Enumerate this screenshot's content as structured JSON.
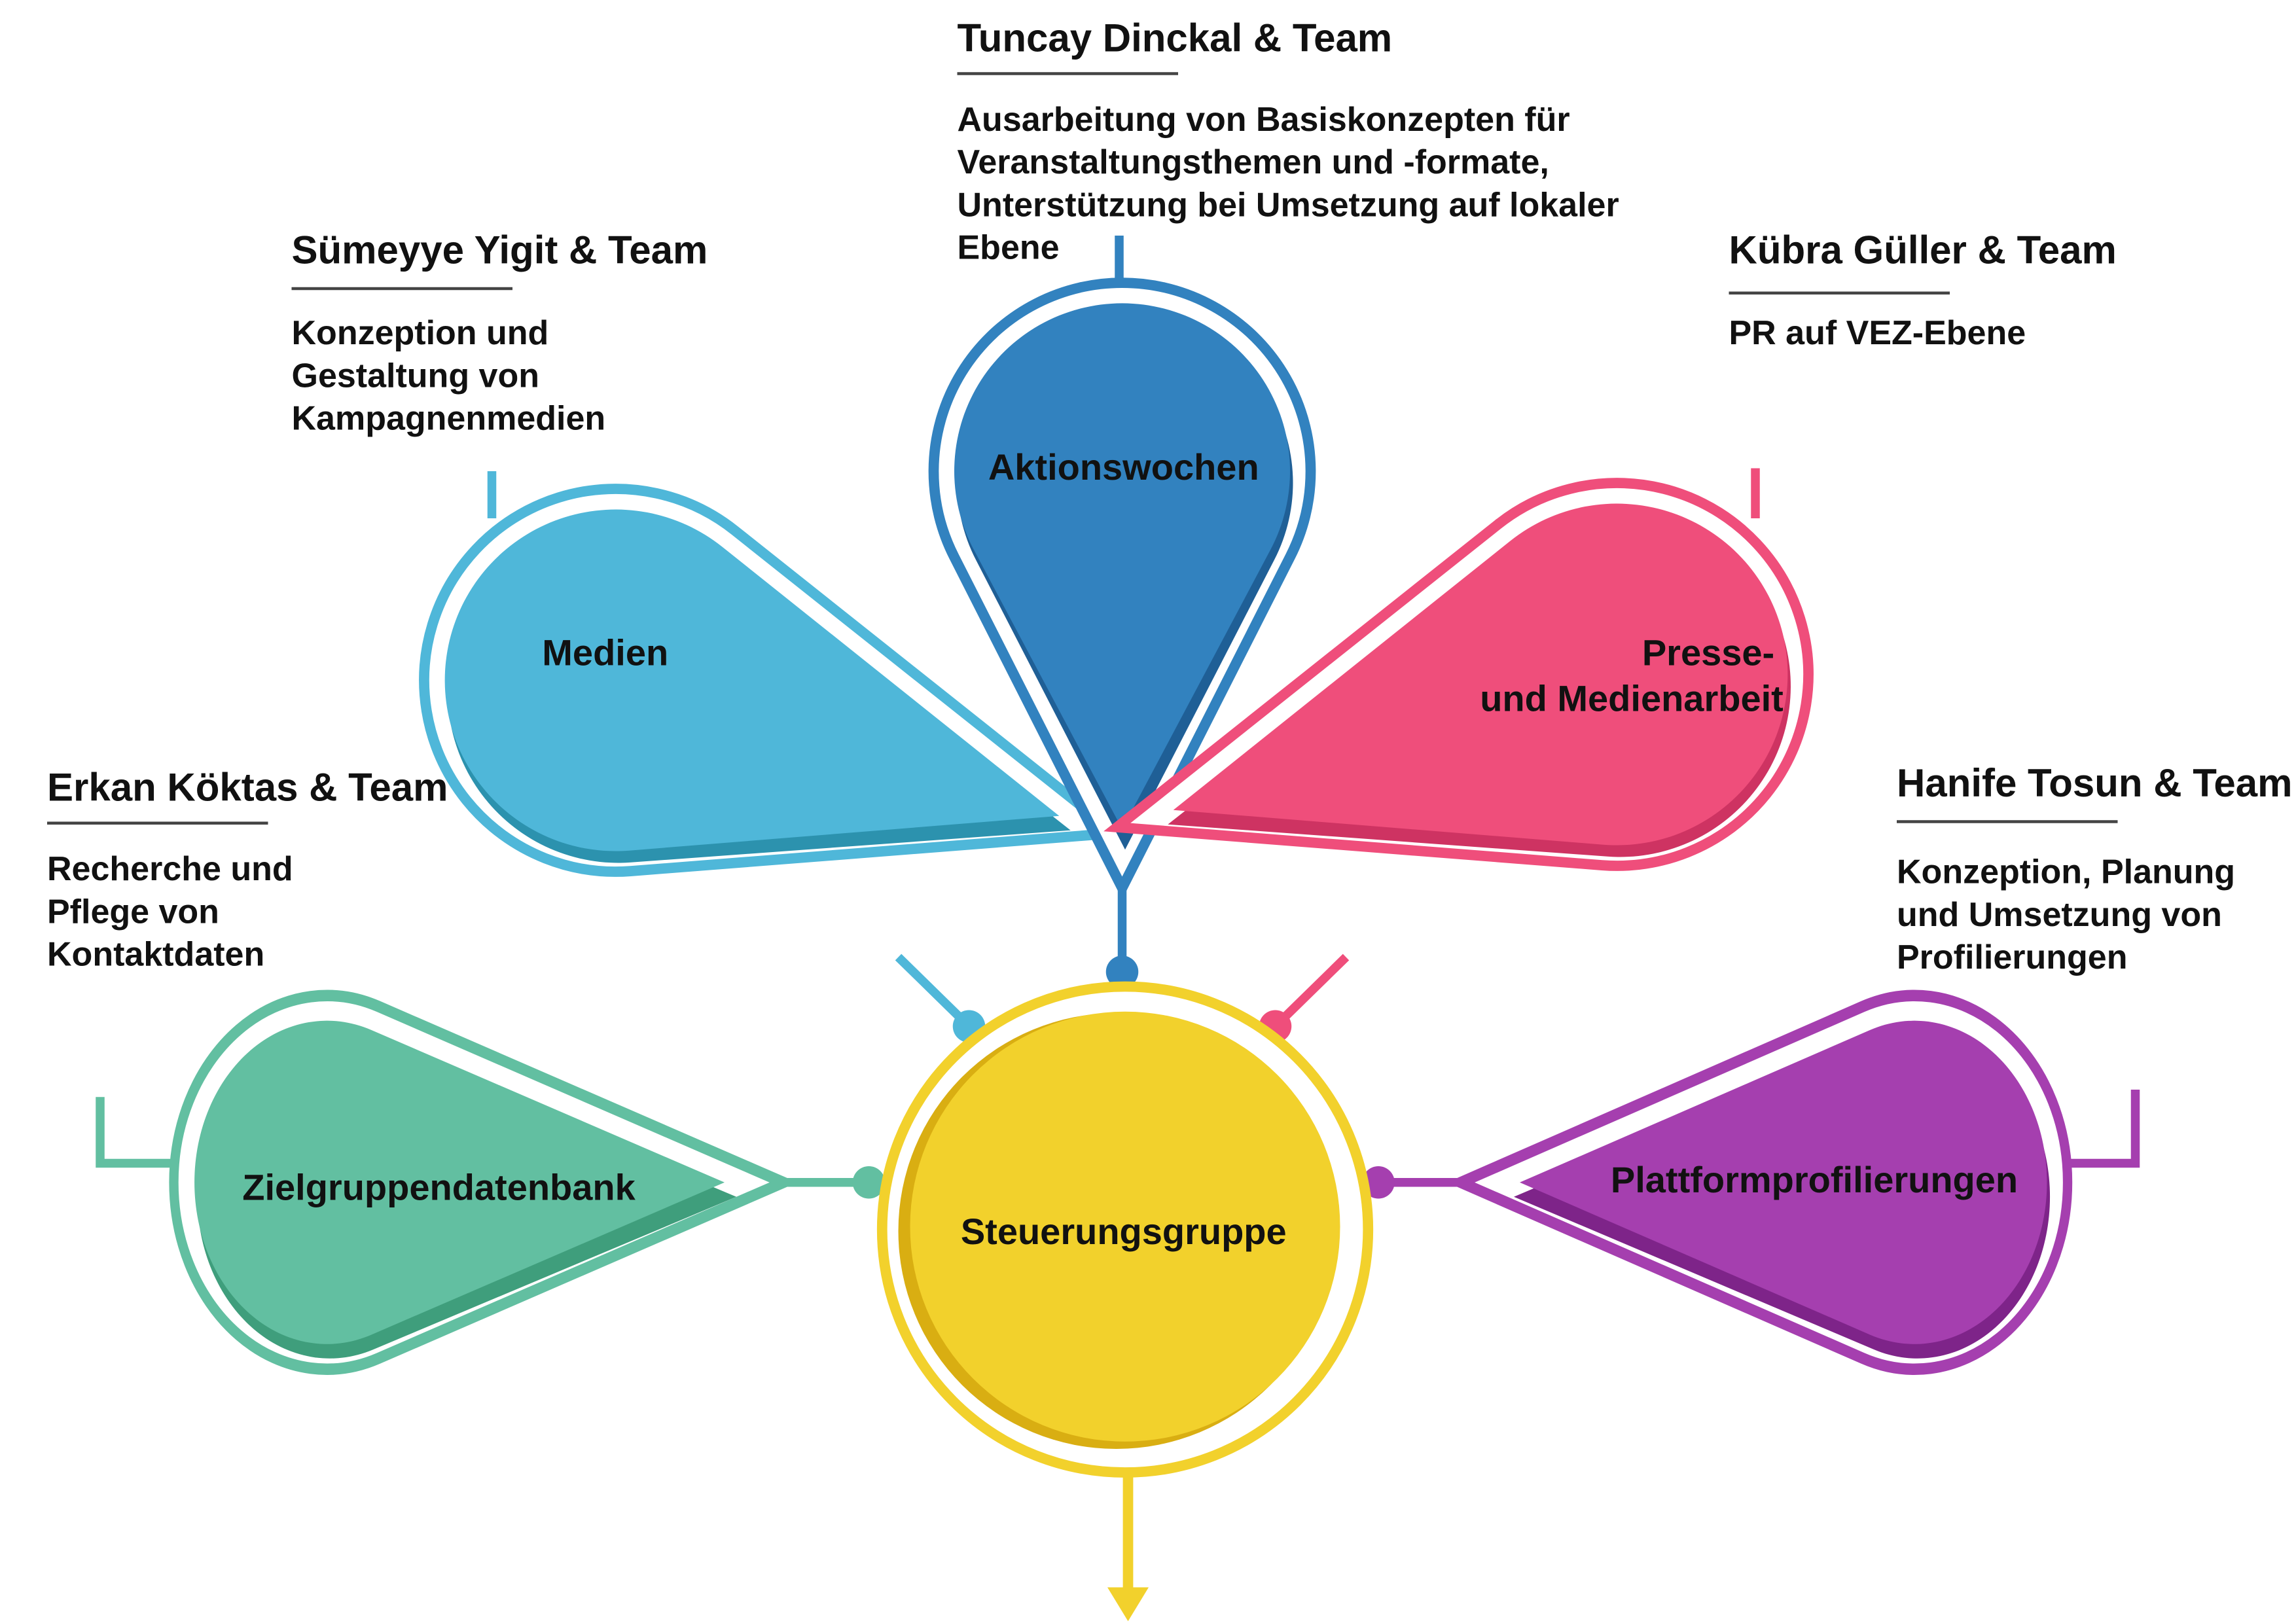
{
  "center": {
    "label": "Steuerungsgruppe",
    "color": "#F2D12C",
    "shade": "#D9AE12"
  },
  "petals": [
    {
      "id": "zielgruppendatenbank",
      "label": [
        "Zielgruppendatenbank"
      ],
      "color": "#62BFA1",
      "shade": "#3F9E7C",
      "team": "Erkan Köktas & Team",
      "description": [
        "Recherche und",
        "Pflege von",
        "Kontaktdaten"
      ]
    },
    {
      "id": "medien",
      "label": [
        "Medien"
      ],
      "color": "#4FB7D9",
      "shade": "#2C92AE",
      "team": "Sümeyye Yigit & Team",
      "description": [
        "Konzeption und",
        "Gestaltung von",
        "Kampagnenmedien"
      ]
    },
    {
      "id": "aktionswochen",
      "label": [
        "Aktionswochen"
      ],
      "color": "#3282BF",
      "shade": "#1F5F96",
      "team": "Tuncay Dinckal & Team",
      "description": [
        "Ausarbeitung von Basiskonzepten für",
        "Veranstaltungsthemen und -formate,",
        "Unterstützung bei Umsetzung auf lokaler",
        "Ebene"
      ]
    },
    {
      "id": "presse",
      "label": [
        "Presse-",
        "und Medienarbeit"
      ],
      "color": "#EF4E7B",
      "shade": "#CE3362",
      "team": "Kübra Güller & Team",
      "description": [
        "PR auf VEZ-Ebene"
      ]
    },
    {
      "id": "plattformprofilierungen",
      "label": [
        "Plattformprofilierungen"
      ],
      "color": "#A53FAF",
      "shade": "#7E2489",
      "team": "Hanife Tosun & Team",
      "description": [
        "Konzeption, Planung",
        "und Umsetzung von",
        "Profilierungen"
      ]
    }
  ]
}
